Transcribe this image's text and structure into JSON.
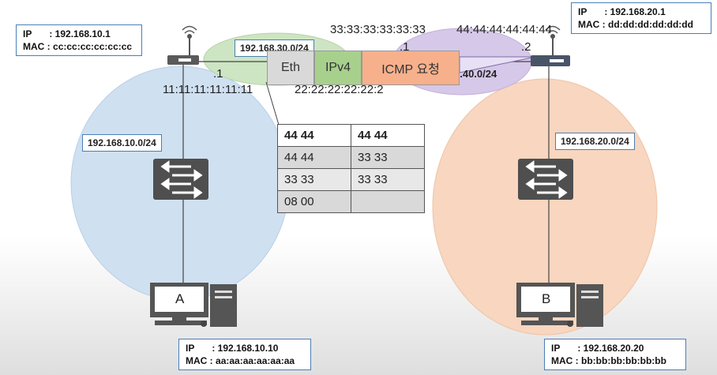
{
  "router_left": {
    "ip_key": "IP",
    "ip_value": ": 192.168.10.1",
    "mac_key": "MAC :",
    "mac_value": "cc:cc:cc:cc:cc:cc",
    "iface": ".1",
    "iface_mac": "11:11:11:11:11:11"
  },
  "router_right": {
    "ip_key": "IP",
    "ip_value": ": 192.168.20.1",
    "mac_key": "MAC :",
    "mac_value": "dd:dd:dd:dd:dd:dd",
    "iface": ".2",
    "iface_mac": "44:44:44:44:44:44"
  },
  "networks": {
    "left_lan": "192.168.10.0/24",
    "right_lan": "192.168.20.0/24",
    "link_30": "192.168.30.0/24",
    "link_40": "3.40.0/24",
    "link_40_iface": ".1",
    "mac_33": "33:33:33:33:33:33",
    "mac_22": "22:22:22:22:22:2"
  },
  "packet": {
    "eth": "Eth",
    "ipv4": "IPv4",
    "icmp": "ICMP 요청"
  },
  "eth_header": [
    [
      "44  44",
      "44  44"
    ],
    [
      "44  44",
      "33 33"
    ],
    [
      "33  33",
      "33  33"
    ],
    [
      "08  00",
      ""
    ]
  ],
  "host_a": {
    "label": "A",
    "ip_key": "IP",
    "ip_value": ": 192.168.10.10",
    "mac_key": "MAC :",
    "mac_value": "aa:aa:aa:aa:aa:aa"
  },
  "host_b": {
    "label": "B",
    "ip_key": "IP",
    "ip_value": ": 192.168.20.20",
    "mac_key": "MAC :",
    "mac_value": "bb:bb:bb:bb:bb:bb"
  },
  "colors": {
    "lan_left": "#cfe0f1",
    "lan_right": "#f8d6bf",
    "link_30": "#cde5c3",
    "link_40": "#d6c8e8",
    "icmp": "#f7b08c",
    "ipv4": "#a8d08d",
    "eth": "#d9d9d9"
  }
}
